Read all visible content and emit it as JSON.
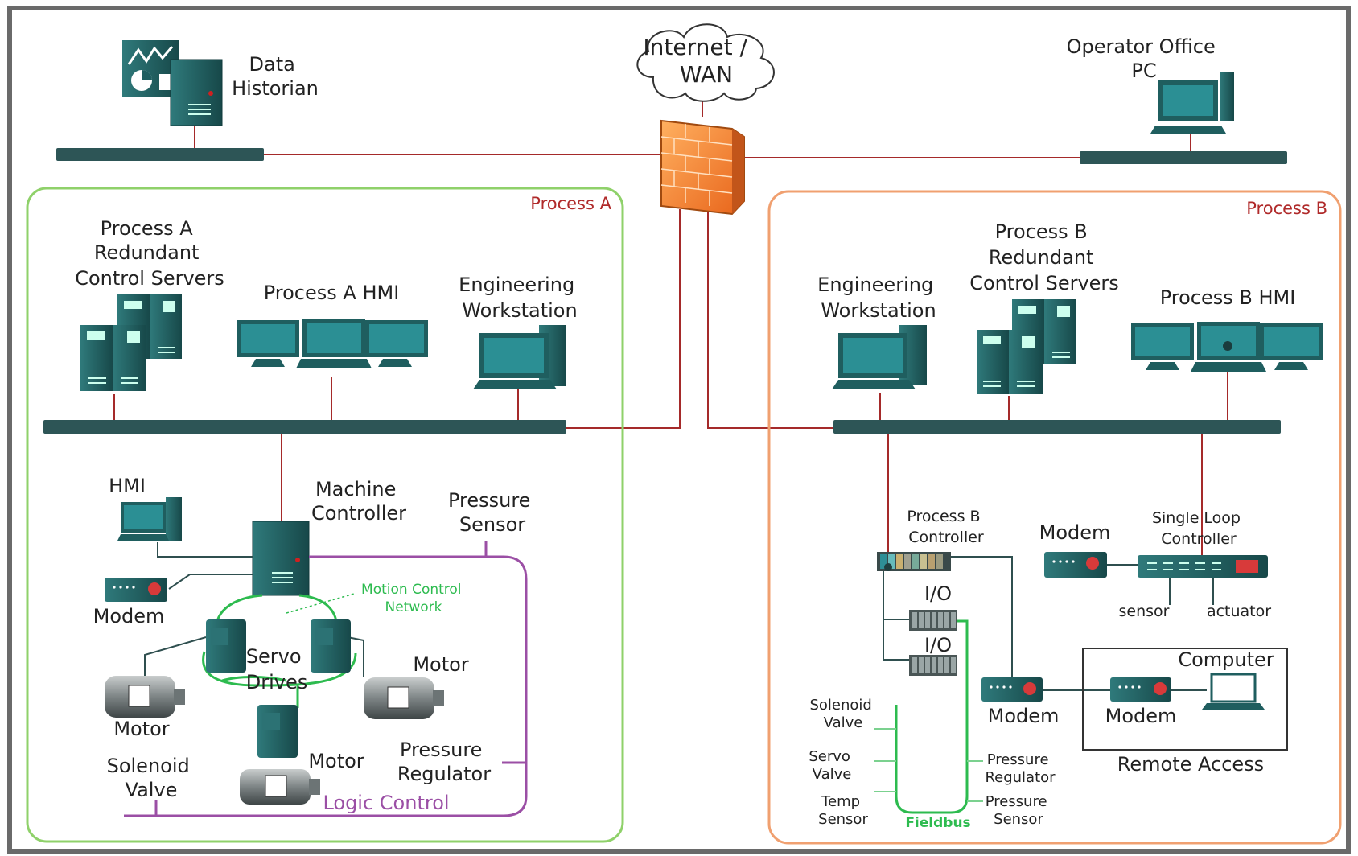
{
  "network": {
    "internet_wan": [
      "Internet /",
      "WAN"
    ],
    "data_historian": [
      "Data",
      "Historian"
    ],
    "operator_office_pc": [
      "Operator Office",
      "PC"
    ]
  },
  "process_a": {
    "zone_title": "Process A",
    "control_servers": [
      "Process A",
      "Redundant",
      "Control Servers"
    ],
    "hmi": "Process A HMI",
    "engineering_workstation": [
      "Engineering",
      "Workstation"
    ],
    "local_hmi": "HMI",
    "machine_controller": [
      "Machine",
      "Controller"
    ],
    "pressure_sensor": [
      "Pressure",
      "Sensor"
    ],
    "motion_control_network": [
      "Motion Control",
      "Network"
    ],
    "modem": "Modem",
    "servo_drives": [
      "Servo",
      "Drives"
    ],
    "motor_left": "Motor",
    "motor_right": "Motor",
    "motor_bottom": "Motor",
    "solenoid_valve": [
      "Solenoid",
      "Valve"
    ],
    "pressure_regulator": [
      "Pressure",
      "Regulator"
    ],
    "logic_control": "Logic Control"
  },
  "process_b": {
    "zone_title": "Process B",
    "engineering_workstation": [
      "Engineering",
      "Workstation"
    ],
    "control_servers": [
      "Process B",
      "Redundant",
      "Control Servers"
    ],
    "hmi": "Process B HMI",
    "controller": [
      "Process B",
      "Controller"
    ],
    "io_1": "I/O",
    "io_2": "I/O",
    "modem_top": "Modem",
    "single_loop_controller": [
      "Single Loop",
      "Controller"
    ],
    "sensor": "sensor",
    "actuator": "actuator",
    "solenoid_valve": [
      "Solenoid",
      "Valve"
    ],
    "servo_valve": [
      "Servo",
      "Valve"
    ],
    "temp_sensor": [
      "Temp",
      "Sensor"
    ],
    "fieldbus": "Fieldbus",
    "pressure_regulator": [
      "Pressure",
      "Regulator"
    ],
    "pressure_sensor": [
      "Pressure",
      "Sensor"
    ],
    "modem_bottom": "Modem",
    "remote_modem": "Modem",
    "computer": "Computer",
    "remote_access": "Remote Access"
  },
  "colors": {
    "device": "#1f5e5f",
    "network_line": "#a52a2a",
    "zone_a_border": "#8fd16a",
    "zone_b_border": "#f0a070",
    "motion_network": "#2dbb4f",
    "logic_control": "#9b4fa5",
    "firewall": "#f07a20"
  },
  "icons": {
    "firewall": "firewall-icon",
    "cloud": "cloud-icon",
    "server": "server-icon",
    "monitor": "monitor-icon",
    "modem": "modem-icon",
    "motor": "motor-icon",
    "servo_drive": "servo-drive-icon",
    "laptop": "laptop-icon",
    "plc_rack": "plc-rack-icon"
  }
}
